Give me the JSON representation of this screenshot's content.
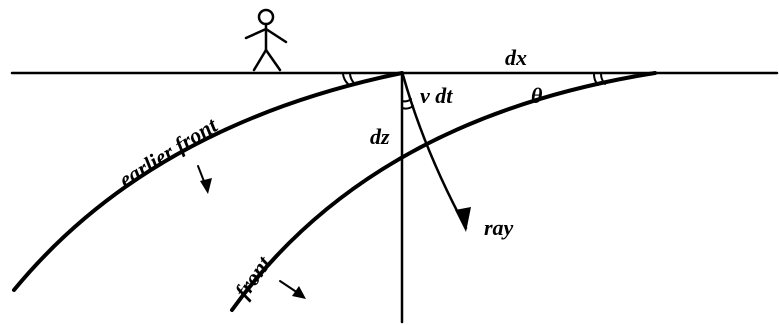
{
  "labels": {
    "dx": "dx",
    "v_dt": "v dt",
    "theta": "θ",
    "dz": "dz",
    "earlier_front": "earlier front",
    "front": "front",
    "ray": "ray"
  },
  "colors": {
    "ink": "#000000",
    "background": "#ffffff"
  },
  "icons": {
    "observer": "stick-figure-icon"
  }
}
